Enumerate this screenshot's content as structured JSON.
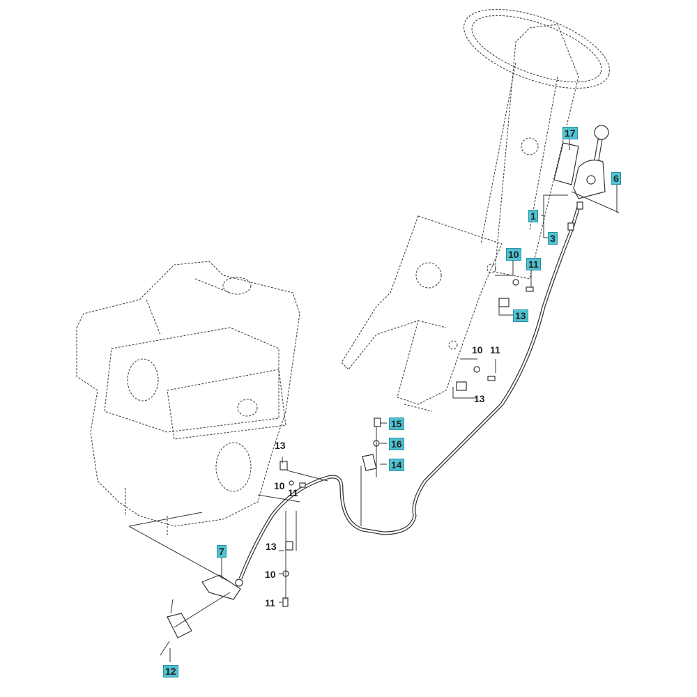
{
  "diagram": {
    "callouts_highlighted": [
      "17",
      "6",
      "1",
      "3",
      "10",
      "11",
      "13",
      "15",
      "16",
      "14",
      "7",
      "12"
    ],
    "callouts_plain": [
      "10",
      "11",
      "13",
      "13",
      "10",
      "11",
      "13",
      "10",
      "11"
    ],
    "highlight_color": "#4fc3d4"
  }
}
